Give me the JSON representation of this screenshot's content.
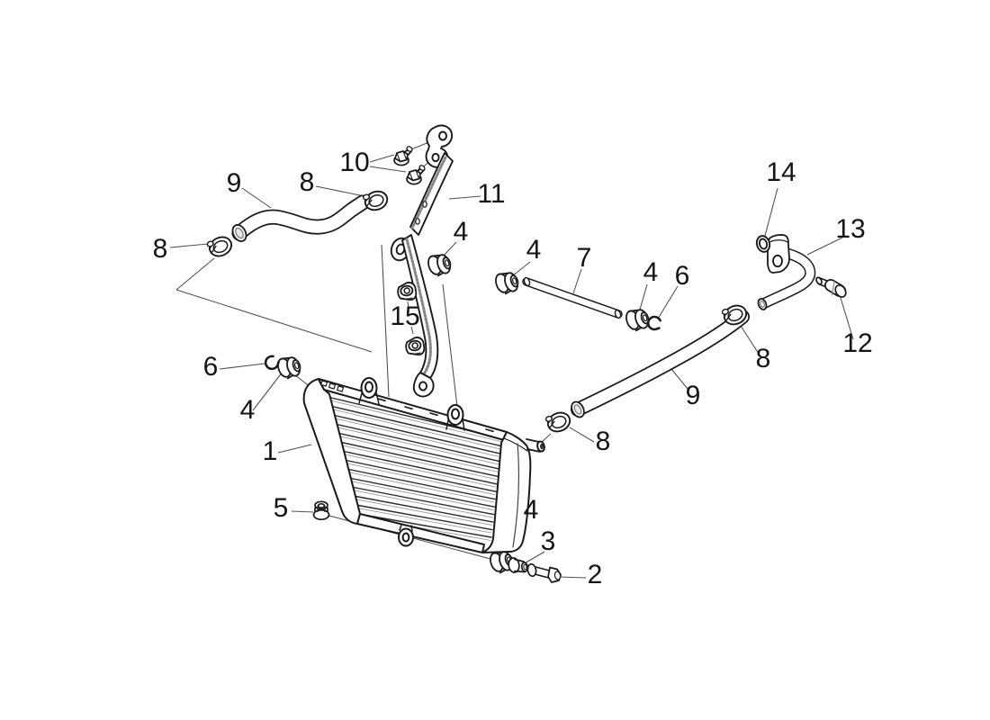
{
  "figure": {
    "kind": "exploded-parts-diagram",
    "subject": "oil cooler with hoses, bracket and fasteners",
    "background_color": "#ffffff",
    "line_color": "#1a1a1a",
    "leader_line_color": "#4d4d4d",
    "label_color": "#151515",
    "callouts": [
      {
        "n": "9"
      },
      {
        "n": "8"
      },
      {
        "n": "10"
      },
      {
        "n": "8"
      },
      {
        "n": "11"
      },
      {
        "n": "4"
      },
      {
        "n": "4"
      },
      {
        "n": "7"
      },
      {
        "n": "4"
      },
      {
        "n": "6"
      },
      {
        "n": "14"
      },
      {
        "n": "13"
      },
      {
        "n": "12"
      },
      {
        "n": "8"
      },
      {
        "n": "9"
      },
      {
        "n": "8"
      },
      {
        "n": "6"
      },
      {
        "n": "4"
      },
      {
        "n": "15"
      },
      {
        "n": "1"
      },
      {
        "n": "5"
      },
      {
        "n": "4"
      },
      {
        "n": "3"
      },
      {
        "n": "2"
      }
    ]
  }
}
